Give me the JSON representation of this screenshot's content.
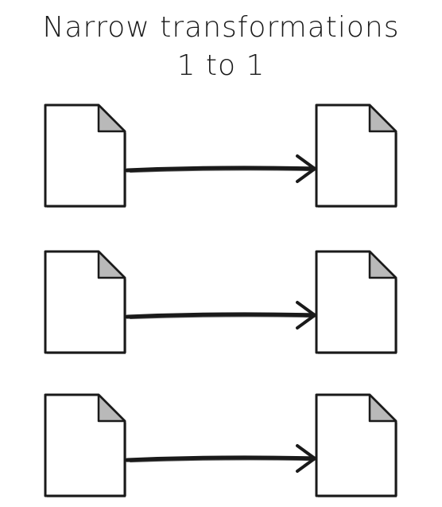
{
  "title": {
    "line1": "Narrow transformations",
    "line2": "1 to 1"
  },
  "rows": [
    {
      "source": "document",
      "target": "document"
    },
    {
      "source": "document",
      "target": "document"
    },
    {
      "source": "document",
      "target": "document"
    }
  ],
  "colors": {
    "stroke": "#1a1a1a",
    "fold": "#b9b9b9",
    "paper": "#ffffff"
  }
}
